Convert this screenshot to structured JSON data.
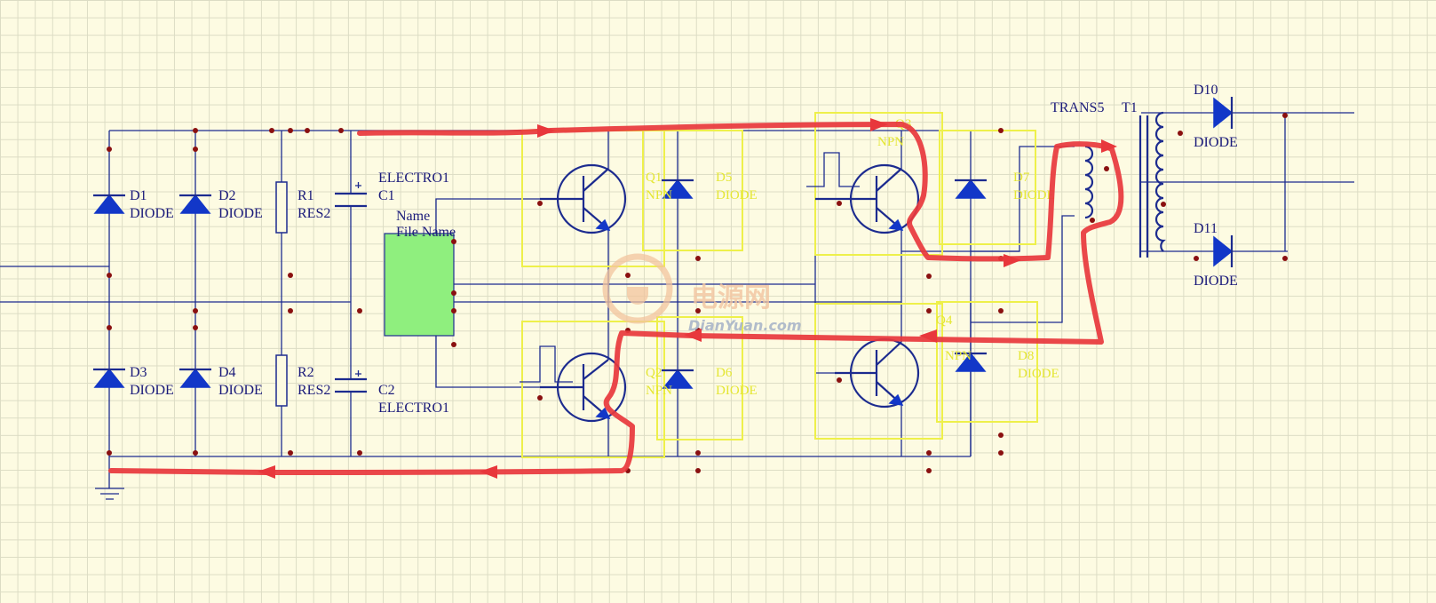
{
  "components": {
    "d1": {
      "ref": "D1",
      "type": "DIODE"
    },
    "d2": {
      "ref": "D2",
      "type": "DIODE"
    },
    "d3": {
      "ref": "D3",
      "type": "DIODE"
    },
    "d4": {
      "ref": "D4",
      "type": "DIODE"
    },
    "r1": {
      "ref": "R1",
      "type": "RES2"
    },
    "r2": {
      "ref": "R2",
      "type": "RES2"
    },
    "c1": {
      "ref": "C1",
      "type": "ELECTRO1"
    },
    "c2": {
      "ref": "C2",
      "type": "ELECTRO1"
    },
    "q1": {
      "ref": "Q1",
      "type": "NPN"
    },
    "q2": {
      "ref": "Q2",
      "type": "NPN"
    },
    "q3": {
      "ref": "Q3",
      "type": "NPN"
    },
    "q4": {
      "ref": "Q4",
      "type": "NPN"
    },
    "d5": {
      "ref": "D5",
      "type": "DIODE"
    },
    "d6": {
      "ref": "D6",
      "type": "DIODE"
    },
    "d7": {
      "ref": "D7",
      "type": "DIODE"
    },
    "d8": {
      "ref": "D8",
      "type": "DIODE"
    },
    "d10": {
      "ref": "D10",
      "type": "DIODE"
    },
    "d11": {
      "ref": "D11",
      "type": "DIODE"
    },
    "t1": {
      "ref": "T1",
      "type": "TRANS5"
    }
  },
  "sheet_symbol": {
    "name_label": "Name",
    "file_label": "File Name"
  },
  "watermark": {
    "title": "电源网",
    "url": "DianYuan.com"
  },
  "colors": {
    "grid_background": "#fdfbe2",
    "wire": "#1c2b8f",
    "component_fill": "#1237c8",
    "junction": "#8a1010",
    "highlight_box": "#eef04a",
    "current_path": "#e8373c",
    "sheet_fill": "#8fef7e"
  },
  "icons": [
    "ground-symbol",
    "diode-symbol",
    "npn-transistor-symbol",
    "resistor-symbol",
    "capacitor-symbol",
    "transformer-symbol",
    "pulse-waveform-icon"
  ]
}
